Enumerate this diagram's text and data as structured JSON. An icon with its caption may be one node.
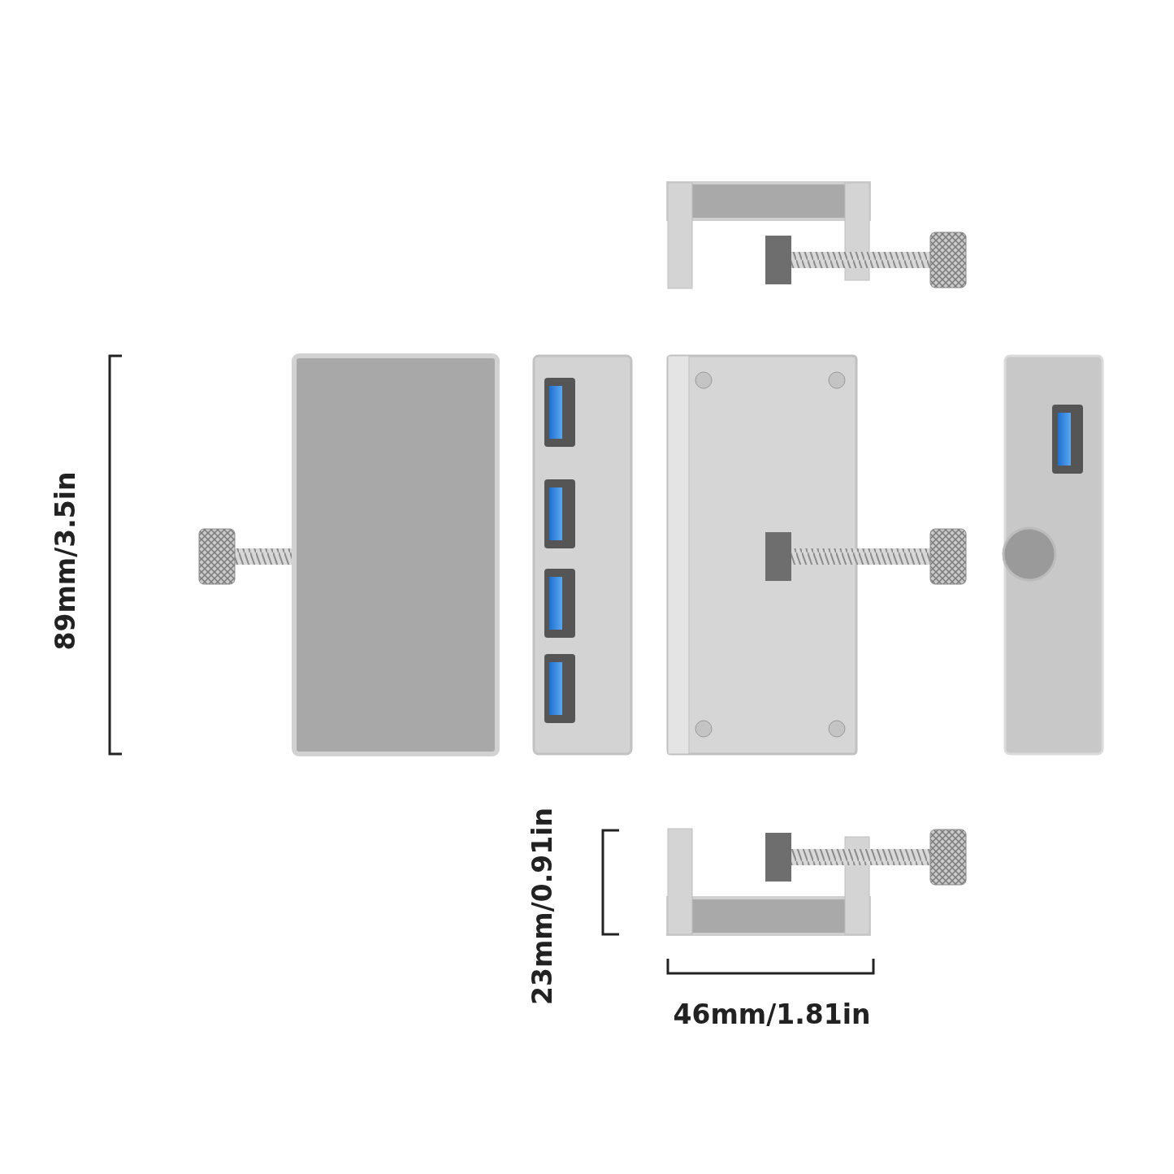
{
  "diagram": {
    "labels": [
      "89mm/3.5in",
      "23mm/0.91in",
      "46mm/1.81in"
    ]
  }
}
